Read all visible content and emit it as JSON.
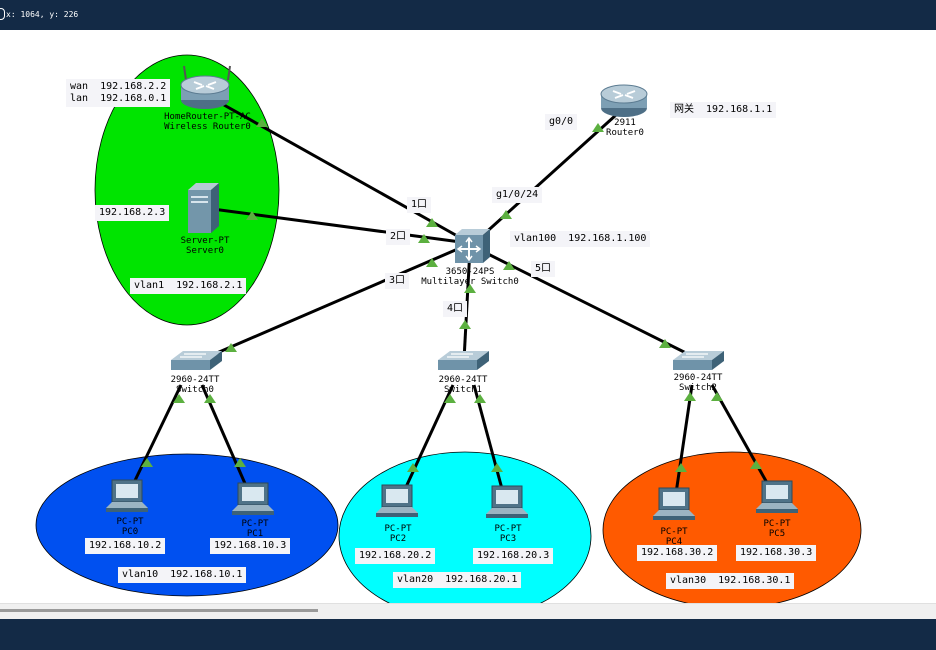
{
  "header": {
    "coord_text": "x: 1064, y: 226"
  },
  "devices": {
    "home_router": {
      "model": "HomeRouter-PT-AC",
      "name": "Wireless Router0"
    },
    "server": {
      "model": "Server-PT",
      "name": "Server0"
    },
    "router": {
      "model": "2911",
      "name": "Router0"
    },
    "core_switch": {
      "model": "3650-24PS",
      "name": "Multilayer Switch0"
    },
    "switch0": {
      "model": "2960-24TT",
      "name": "Switch0"
    },
    "switch1": {
      "model": "2960-24TT",
      "name": "Switch1"
    },
    "switch2": {
      "model": "2960-24TT",
      "name": "Switch2"
    },
    "pc0": {
      "model": "PC-PT",
      "name": "PC0"
    },
    "pc1": {
      "model": "PC-PT",
      "name": "PC1"
    },
    "pc2": {
      "model": "PC-PT",
      "name": "PC2"
    },
    "pc3": {
      "model": "PC-PT",
      "name": "PC3"
    },
    "pc4": {
      "model": "PC-PT",
      "name": "PC4"
    },
    "pc5": {
      "model": "PC-PT",
      "name": "PC5"
    }
  },
  "notes": {
    "wan_lan": "wan  192.168.2.2\nlan  192.168.0.1",
    "server_ip": "192.168.2.3",
    "vlan1": "vlan1  192.168.2.1",
    "g00": "g0/0",
    "gateway": "网关  192.168.1.1",
    "g1024": "g1/0/24",
    "vlan100": "vlan100  192.168.1.100",
    "port1": "1口",
    "port2": "2口",
    "port3": "3口",
    "port4": "4口",
    "port5": "5口",
    "pc0_ip": "192.168.10.2",
    "pc1_ip": "192.168.10.3",
    "vlan10": "vlan10  192.168.10.1",
    "pc2_ip": "192.168.20.2",
    "pc3_ip": "192.168.20.3",
    "vlan20": "vlan20  192.168.20.1",
    "pc4_ip": "192.168.30.2",
    "pc5_ip": "192.168.30.3",
    "vlan30": "vlan30  192.168.30.1"
  },
  "colors": {
    "zone_vlan1": "#00e400",
    "zone_vlan10": "#0050f0",
    "zone_vlan20": "#00ffff",
    "zone_vlan30": "#ff5a00",
    "link_up": "#5cb040",
    "toolbar": "#132a46"
  }
}
